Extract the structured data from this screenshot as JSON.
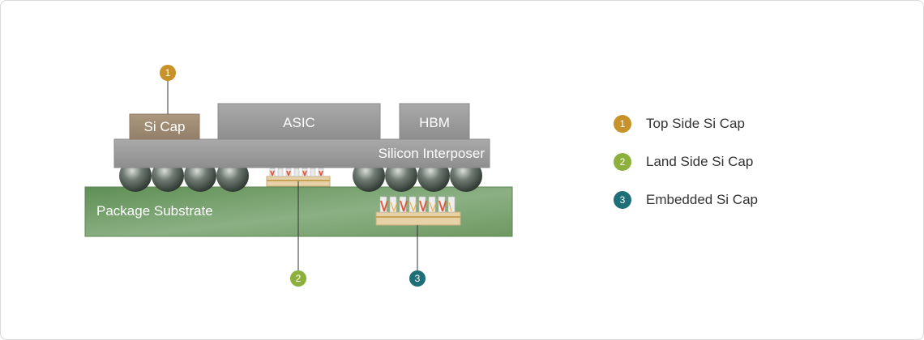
{
  "colors": {
    "top_side": "#C8922A",
    "land_side": "#8DB03C",
    "embedded": "#1F6F78",
    "substrate": "#6E9B62",
    "interposer": "#9A9A9A",
    "die": "#9C9C9C",
    "si_cap_block": "#A08C74"
  },
  "diagram": {
    "blocks": {
      "si_cap": "Si Cap",
      "asic": "ASIC",
      "hbm": "HBM",
      "interposer": "Silicon Interposer",
      "substrate": "Package Substrate"
    },
    "badges": {
      "top_side": "1",
      "land_side": "2",
      "embedded": "3"
    }
  },
  "legend": [
    {
      "number": "1",
      "label": "Top Side Si Cap"
    },
    {
      "number": "2",
      "label": "Land Side Si Cap"
    },
    {
      "number": "3",
      "label": "Embedded Si Cap"
    }
  ]
}
